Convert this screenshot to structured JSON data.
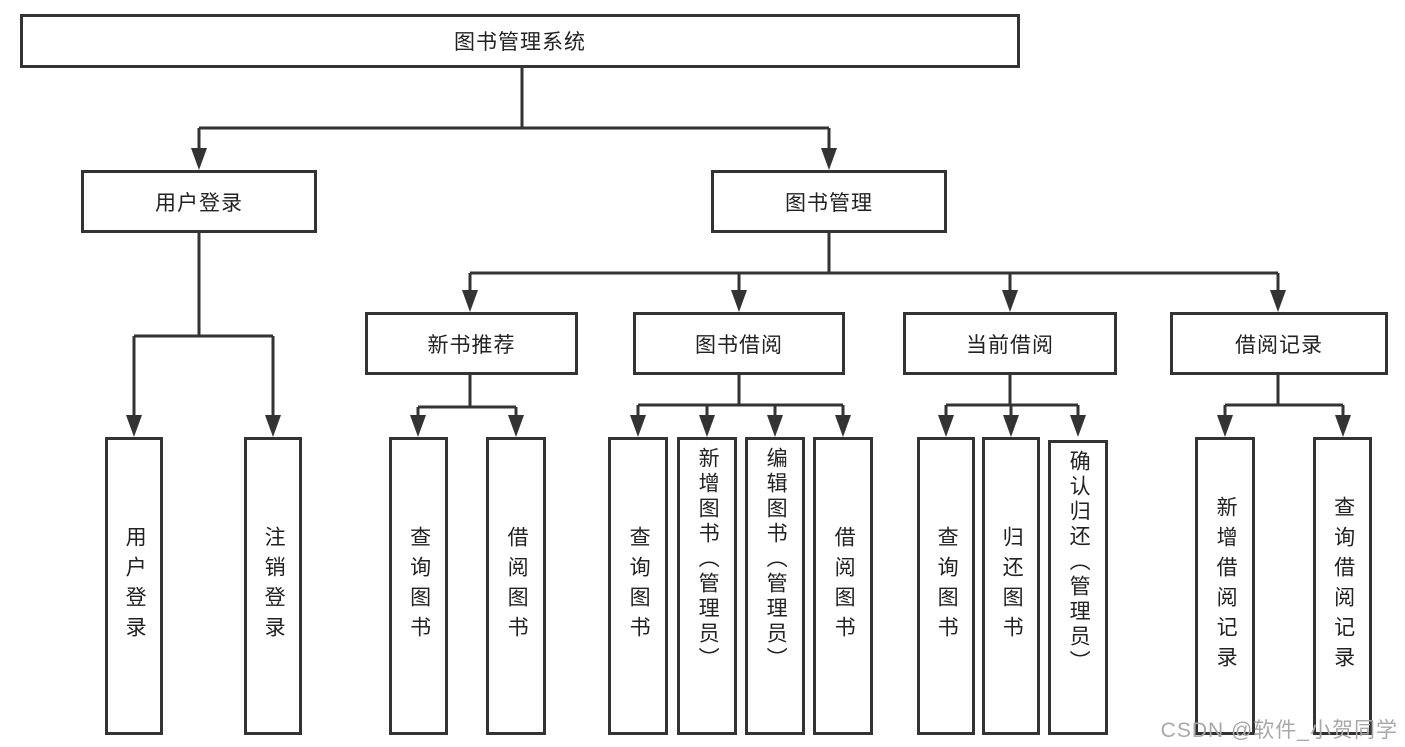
{
  "diagram": {
    "root": {
      "label": "图书管理系统"
    },
    "branches": [
      {
        "label": "用户登录",
        "children": [
          {
            "label": "用户登录"
          },
          {
            "label": "注销登录"
          }
        ]
      },
      {
        "label": "图书管理",
        "children": [
          {
            "label": "新书推荐",
            "children": [
              {
                "label": "查询图书"
              },
              {
                "label": "借阅图书"
              }
            ]
          },
          {
            "label": "图书借阅",
            "children": [
              {
                "label": "查询图书"
              },
              {
                "label": "新增图书（管理员）"
              },
              {
                "label": "编辑图书（管理员）"
              },
              {
                "label": "借阅图书"
              }
            ]
          },
          {
            "label": "当前借阅",
            "children": [
              {
                "label": "查询图书"
              },
              {
                "label": "归还图书"
              },
              {
                "label": "确认归还（管理员）"
              }
            ]
          },
          {
            "label": "借阅记录",
            "children": [
              {
                "label": "新增借阅记录"
              },
              {
                "label": "查询借阅记录"
              }
            ]
          }
        ]
      }
    ]
  },
  "watermark": {
    "text": "CSDN @软件_小贺同学"
  },
  "colors": {
    "line": "#333333",
    "box_border": "#333333",
    "text": "#222222",
    "watermark": "#a8a8a8",
    "background": "#ffffff"
  }
}
